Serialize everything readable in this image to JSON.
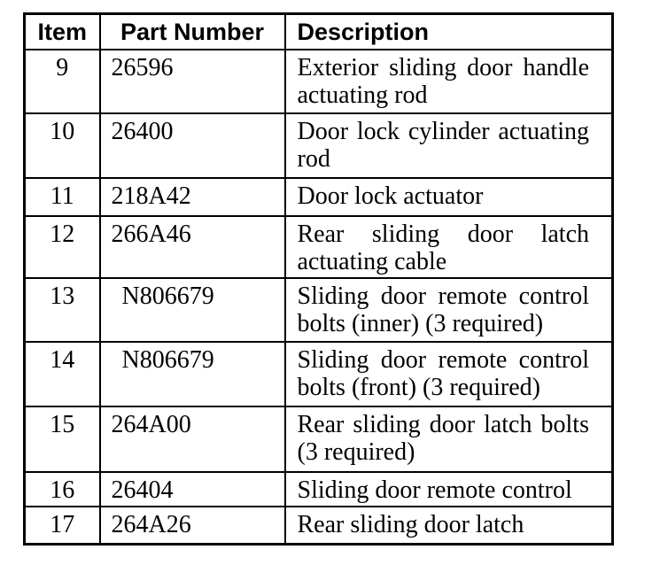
{
  "document": {
    "kind": "parts-list-table"
  },
  "colors": {
    "border": "#000000",
    "text": "#000000",
    "background": "#ffffff"
  },
  "table": {
    "headers": {
      "item": "Item",
      "part_number": "Part Number",
      "description": "Description"
    },
    "rows": [
      {
        "item": "9",
        "part_number": "26596",
        "description": "Exterior sliding door handle actuating rod"
      },
      {
        "item": "10",
        "part_number": "26400",
        "description": "Door lock cylinder actuating rod"
      },
      {
        "item": "11",
        "part_number": "218A42",
        "description": "Door lock actuator"
      },
      {
        "item": "12",
        "part_number": "266A46",
        "description": "Rear sliding door latch actuating cable"
      },
      {
        "item": "13",
        "part_number": "N806679",
        "description": "Sliding door remote control bolts (inner) (3 required)"
      },
      {
        "item": "14",
        "part_number": "N806679",
        "description": "Sliding door remote control bolts (front) (3 required)"
      },
      {
        "item": "15",
        "part_number": "264A00",
        "description": "Rear sliding door latch bolts (3 required)"
      },
      {
        "item": "16",
        "part_number": "26404",
        "description": "Sliding door remote control"
      },
      {
        "item": "17",
        "part_number": "264A26",
        "description": "Rear sliding door latch"
      }
    ]
  }
}
